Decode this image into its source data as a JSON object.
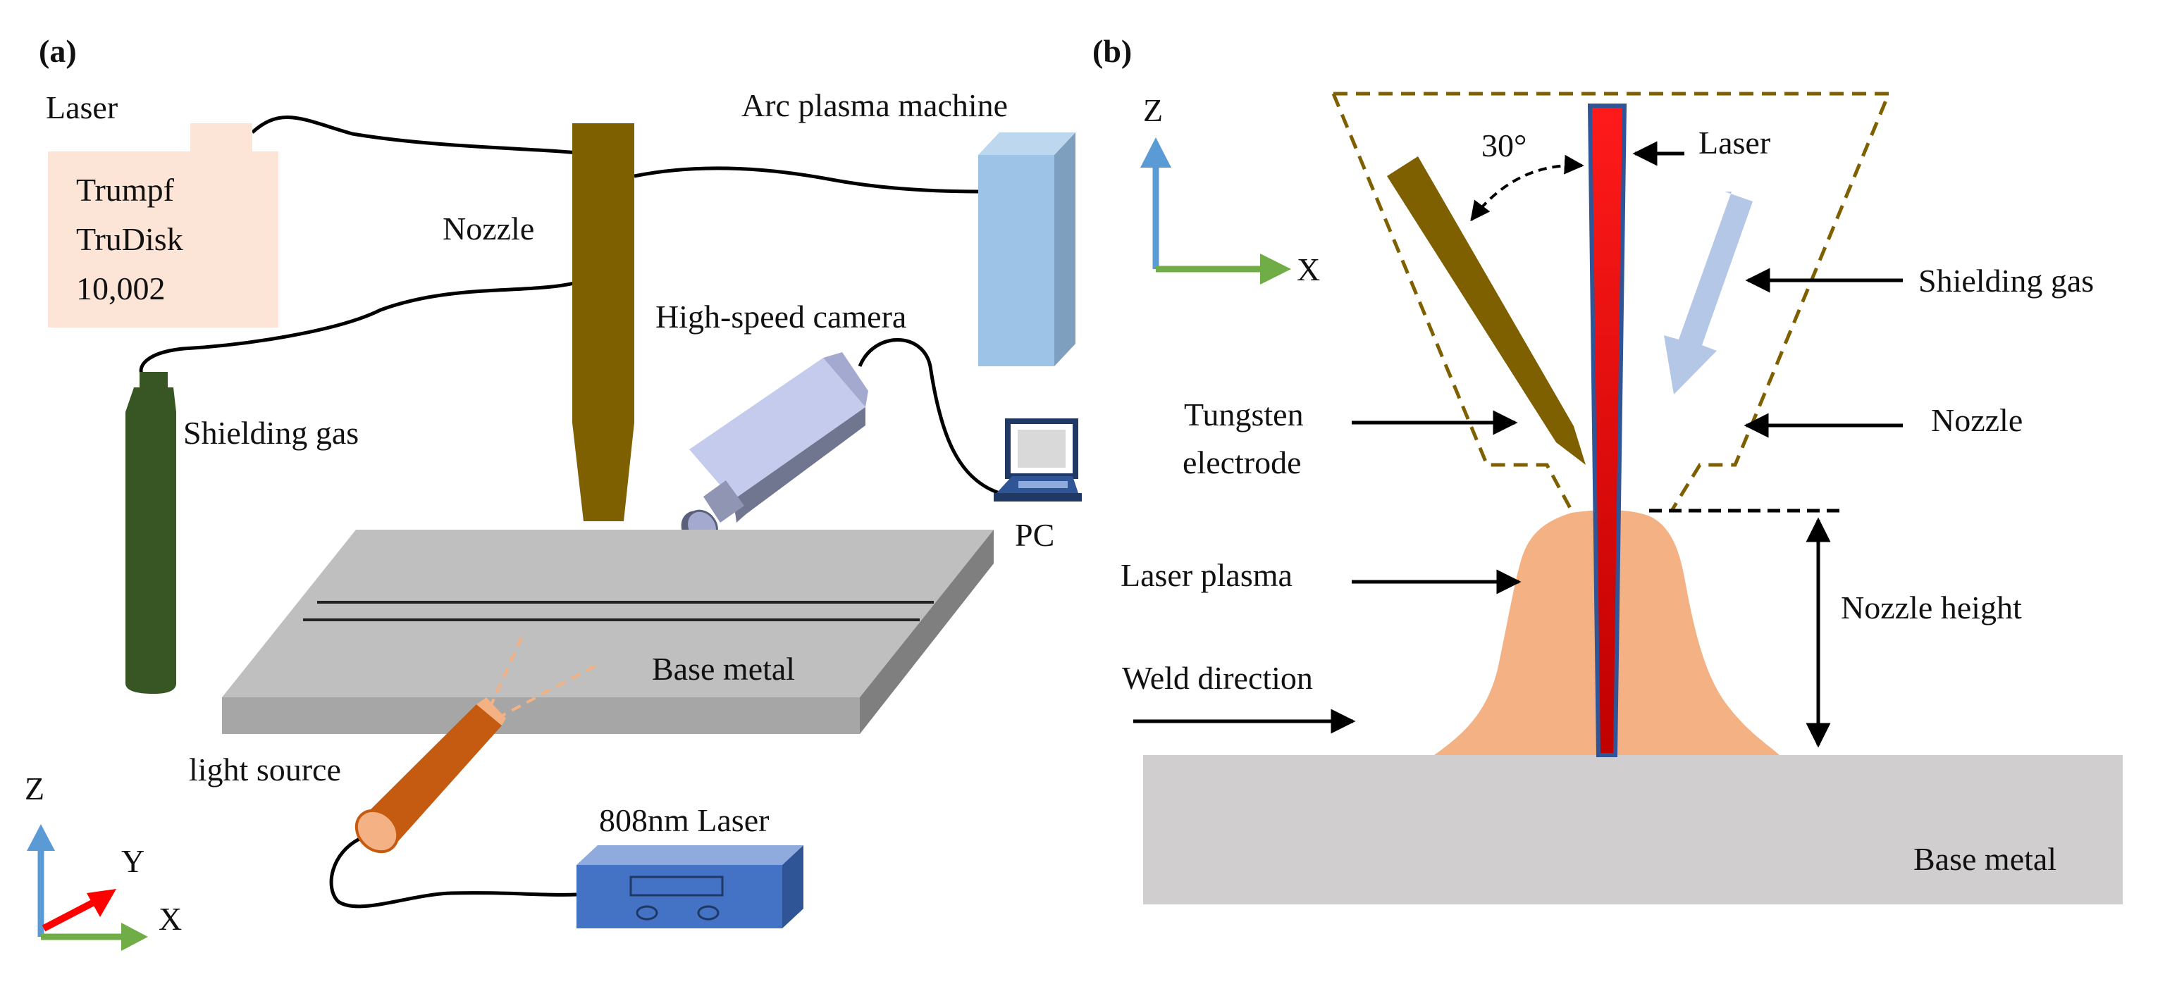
{
  "panels": {
    "a": "(a)",
    "b": "(b)"
  },
  "panel_a": {
    "laser_label": "Laser",
    "laser_model": [
      "Trumpf",
      "TruDisk",
      "10,002"
    ],
    "nozzle": "Nozzle",
    "arc_plasma": "Arc plasma machine",
    "camera": "High-speed camera",
    "shielding_gas": "Shielding gas",
    "pc": "PC",
    "base_metal": "Base metal",
    "light_source": "light source",
    "laser_808": "808nm Laser",
    "axes": {
      "z": "Z",
      "y": "Y",
      "x": "X"
    }
  },
  "panel_b": {
    "axes": {
      "z": "Z",
      "x": "X"
    },
    "angle": "30°",
    "laser": "Laser",
    "shielding_gas": "Shielding gas",
    "tungsten": [
      "Tungsten",
      "electrode"
    ],
    "nozzle": "Nozzle",
    "laser_plasma": "Laser plasma",
    "nozzle_height": "Nozzle height",
    "weld_direction": "Weld direction",
    "base_metal": "Base metal"
  },
  "colors": {
    "laser_box": "#fce4d6",
    "nozzle": "#7f6000",
    "arc_machine": "#9dc3e6",
    "gas_cylinder": "#375623",
    "camera": "#c5cbec",
    "plate": "#bfbfbf",
    "light_source": "#c55a11",
    "laser_808": "#4472c4",
    "axis_z": "#5b9bd5",
    "axis_x": "#70ad47",
    "axis_y": "#ff0000",
    "laser_beam": "#ff0000",
    "plasma": "#f4b183",
    "base_metal_b": "#d0cece",
    "gas_arrow": "#b4c7e7",
    "nozzle_outline": "#7f6000"
  }
}
